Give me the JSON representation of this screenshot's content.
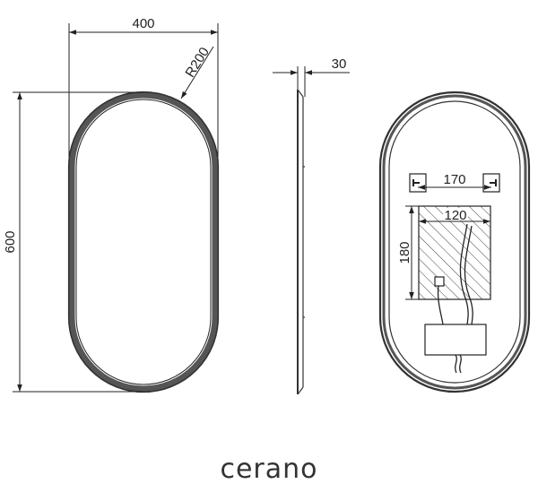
{
  "front_view": {
    "width_label": "400",
    "height_label": "600",
    "radius_label": "R200"
  },
  "side_view": {
    "depth_label": "30"
  },
  "back_view": {
    "bracket_spacing_label": "170",
    "panel_width_label": "120",
    "panel_height_label": "180"
  },
  "brand": {
    "name": "cerano"
  },
  "colors": {
    "line": "#222222",
    "frame": "#333333"
  }
}
